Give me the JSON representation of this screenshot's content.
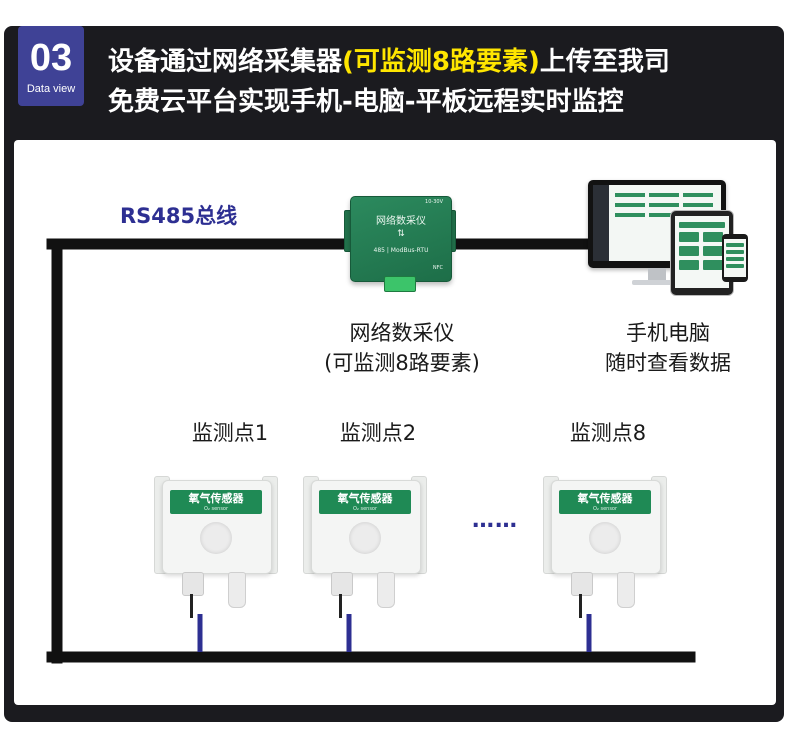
{
  "badge": {
    "number": "03",
    "caption": "Data view"
  },
  "headline": {
    "line1_pre": "设备通过网络采集器",
    "line1_highlight": "(可监测8路要素)",
    "line1_post": "上传至我司",
    "line2": "免费云平台实现手机-电脑-平板远程实时监控"
  },
  "bus_label": "RS485总线",
  "collector": {
    "device_text": "网络数采仪",
    "arrows": "⇅",
    "protocol": "485 | ModBus-RTU",
    "nfc": "NFC",
    "voltage": "10-30V",
    "label_line1": "网络数采仪",
    "label_line2": "(可监测8路要素)"
  },
  "terminals": {
    "label_line1": "手机电脑",
    "label_line2": "随时查看数据"
  },
  "monitor_points": [
    {
      "label": "监测点1",
      "sensor_title": "氧气传感器",
      "sensor_sub": "O₂ sensor"
    },
    {
      "label": "监测点2",
      "sensor_title": "氧气传感器",
      "sensor_sub": "O₂ sensor"
    },
    {
      "label": "监测点8",
      "sensor_title": "氧气传感器",
      "sensor_sub": "O₂ sensor"
    }
  ],
  "ellipsis": "……",
  "colors": {
    "frame": "#1b1b1f",
    "badge": "#3f4296",
    "highlight": "#ffe600",
    "bus_line": "#111111",
    "drop_line": "#2d2f92",
    "device_green": "#1f8a55"
  }
}
